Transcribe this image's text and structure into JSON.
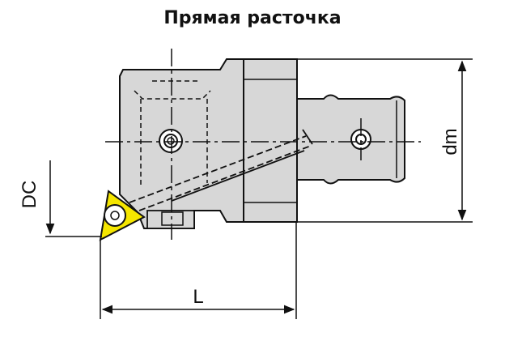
{
  "title": "Прямая расточка",
  "labels": {
    "dc": "DC",
    "dm": "dm",
    "l": "L"
  },
  "colors": {
    "body_fill": "#d7d7d7",
    "outline": "#111111",
    "insert_fill": "#f5e600"
  }
}
